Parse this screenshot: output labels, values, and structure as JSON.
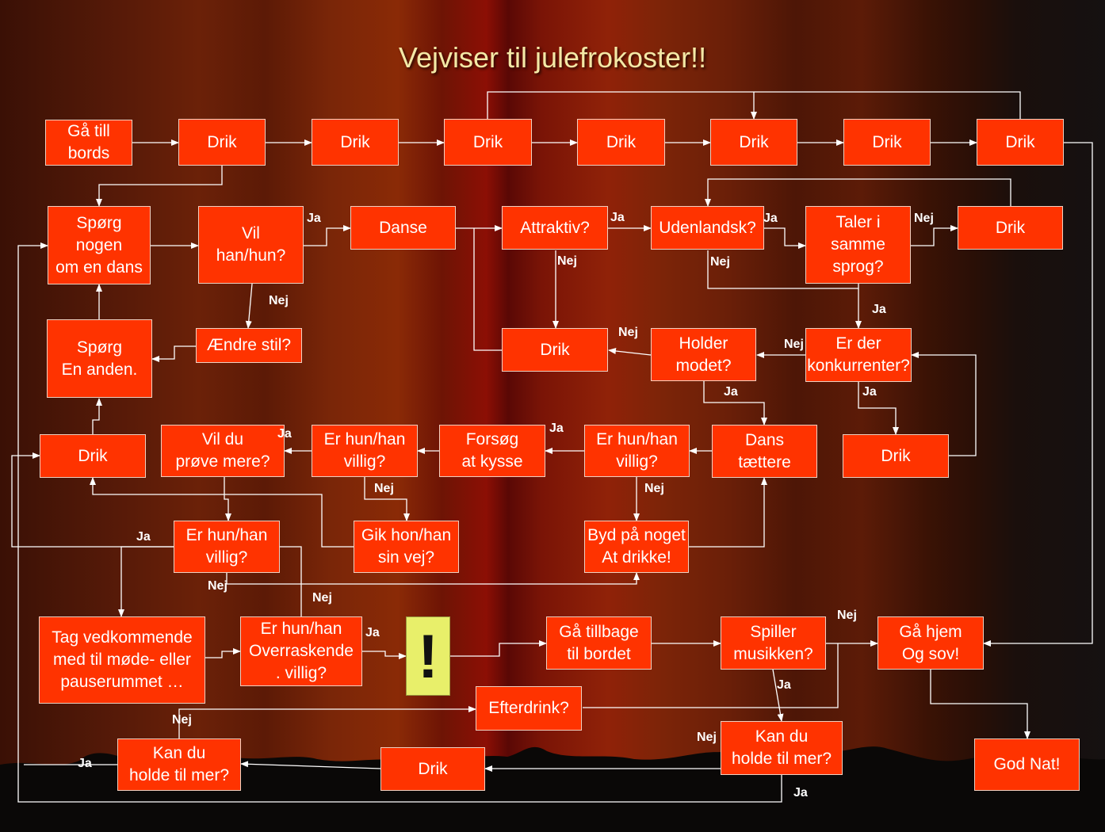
{
  "title": "Vejviser til julefrokoster!!",
  "nodes": [
    {
      "id": "ga_till_bords",
      "text": "Gå till\nbords"
    },
    {
      "id": "drik1",
      "text": "Drik"
    },
    {
      "id": "drik2",
      "text": "Drik"
    },
    {
      "id": "drik3",
      "text": "Drik"
    },
    {
      "id": "drik4",
      "text": "Drik"
    },
    {
      "id": "drik5",
      "text": "Drik"
    },
    {
      "id": "drik6",
      "text": "Drik"
    },
    {
      "id": "drik7",
      "text": "Drik"
    },
    {
      "id": "sporg_nogen",
      "text": "Spørg\nnogen\nom en dans"
    },
    {
      "id": "vil_han_hun",
      "text": "Vil\nhan/hun?"
    },
    {
      "id": "danse",
      "text": "Danse"
    },
    {
      "id": "attraktiv",
      "text": "Attraktiv?"
    },
    {
      "id": "udenlandsk",
      "text": "Udenlandsk?"
    },
    {
      "id": "taler_samme_sprog",
      "text": "Taler i\nsamme\nsprog?"
    },
    {
      "id": "drik_sprog",
      "text": "Drik"
    },
    {
      "id": "sporg_anden",
      "text": "Spørg\nEn anden."
    },
    {
      "id": "aendre_stil",
      "text": "Ændre stil?"
    },
    {
      "id": "drik_attraktiv",
      "text": "Drik"
    },
    {
      "id": "holder_modet",
      "text": "Holder\nmodet?"
    },
    {
      "id": "konkurrenter",
      "text": "Er der\nkonkurrenter?"
    },
    {
      "id": "drik_left",
      "text": "Drik"
    },
    {
      "id": "vil_du_prove",
      "text": "Vil du\nprøve mere?"
    },
    {
      "id": "villig_a",
      "text": "Er hun/han\nvillig?"
    },
    {
      "id": "forsog_kysse",
      "text": "Forsøg\nat kysse"
    },
    {
      "id": "villig_b",
      "text": "Er hun/han\nvillig?"
    },
    {
      "id": "dans_taettere",
      "text": "Dans\ntættere"
    },
    {
      "id": "drik_konk",
      "text": "Drik"
    },
    {
      "id": "villig_c",
      "text": "Er hun/han\nvillig?"
    },
    {
      "id": "gik_sin_vej",
      "text": "Gik hon/han\nsin vej?"
    },
    {
      "id": "byd_drikke",
      "text": "Byd på noget\nAt drikke!"
    },
    {
      "id": "tag_vedkommende",
      "text": "Tag vedkommende\nmed til møde- eller\npauserummet …"
    },
    {
      "id": "overraskende",
      "text": "Er hun/han\nOverraskende\n. villig?"
    },
    {
      "id": "warning",
      "text": "!"
    },
    {
      "id": "ga_tillbage",
      "text": "Gå tillbage\ntil bordet"
    },
    {
      "id": "spiller_musikken",
      "text": "Spiller\nmusikken?"
    },
    {
      "id": "ga_hjem",
      "text": "Gå hjem\nOg sov!"
    },
    {
      "id": "efterdrink",
      "text": "Efterdrink?"
    },
    {
      "id": "holde_mer_left",
      "text": "Kan du\nholde til mer?"
    },
    {
      "id": "drik_bottom",
      "text": "Drik"
    },
    {
      "id": "holde_mer_right",
      "text": "Kan du\nholde til mer?"
    },
    {
      "id": "god_nat",
      "text": "God Nat!"
    }
  ],
  "labels": [
    {
      "id": "ja_vil",
      "text": "Ja"
    },
    {
      "id": "nej_vil",
      "text": "Nej"
    },
    {
      "id": "ja_attraktiv",
      "text": "Ja"
    },
    {
      "id": "nej_attraktiv",
      "text": "Nej"
    },
    {
      "id": "ja_udenlandsk",
      "text": "Ja"
    },
    {
      "id": "nej_udenlandsk",
      "text": "Nej"
    },
    {
      "id": "nej_taler",
      "text": "Nej"
    },
    {
      "id": "ja_taler",
      "text": "Ja"
    },
    {
      "id": "nej_holder",
      "text": "Nej"
    },
    {
      "id": "nej_konk",
      "text": "Nej"
    },
    {
      "id": "ja_holder",
      "text": "Ja"
    },
    {
      "id": "ja_konk",
      "text": "Ja"
    },
    {
      "id": "ja_villig_b",
      "text": "Ja"
    },
    {
      "id": "ja_vil_du",
      "text": "Ja"
    },
    {
      "id": "nej_villig_a",
      "text": "Nej"
    },
    {
      "id": "nej_villig_b",
      "text": "Nej"
    },
    {
      "id": "ja_villig_c",
      "text": "Ja"
    },
    {
      "id": "nej_villig_c",
      "text": "Nej"
    },
    {
      "id": "nej_overrask_top",
      "text": "Nej"
    },
    {
      "id": "ja_overrask",
      "text": "Ja"
    },
    {
      "id": "nej_spiller",
      "text": "Nej"
    },
    {
      "id": "ja_spiller",
      "text": "Ja"
    },
    {
      "id": "nej_holde_left",
      "text": "Nej"
    },
    {
      "id": "ja_holde_left",
      "text": "Ja"
    },
    {
      "id": "nej_holde_right",
      "text": "Nej"
    },
    {
      "id": "ja_holde_right",
      "text": "Ja"
    }
  ]
}
